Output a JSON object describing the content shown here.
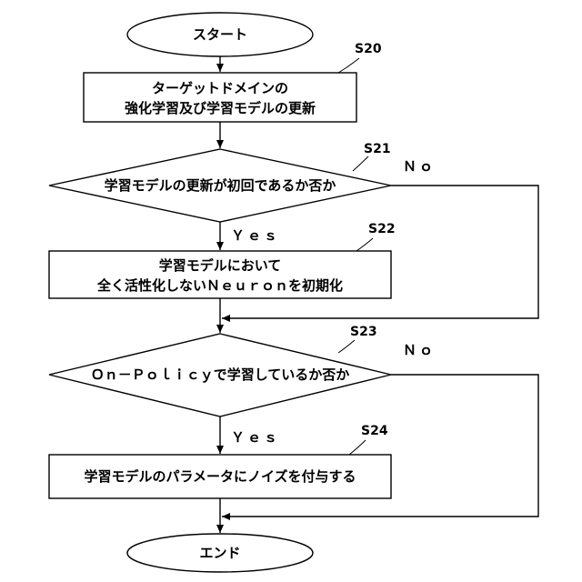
{
  "start": {
    "label": "スタート"
  },
  "end": {
    "label": "エンド"
  },
  "s20": {
    "step": "S20",
    "line1": "ターゲットドメインの",
    "line2": "強化学習及び学習モデルの更新"
  },
  "s21": {
    "step": "S21",
    "text": "学習モデルの更新が初回であるか否か",
    "no": "Ｎｏ",
    "yes": "Ｙｅｓ"
  },
  "s22": {
    "step": "S22",
    "line1": "学習モデルにおいて",
    "line2": "全く活性化しないＮｅｕｒｏｎを初期化"
  },
  "s23": {
    "step": "S23",
    "text": "Ｏｎ－Ｐｏｌｉｃｙで学習しているか否か",
    "no": "Ｎｏ",
    "yes": "Ｙｅｓ"
  },
  "s24": {
    "step": "S24",
    "text": "学習モデルのパラメータにノイズを付与する"
  }
}
